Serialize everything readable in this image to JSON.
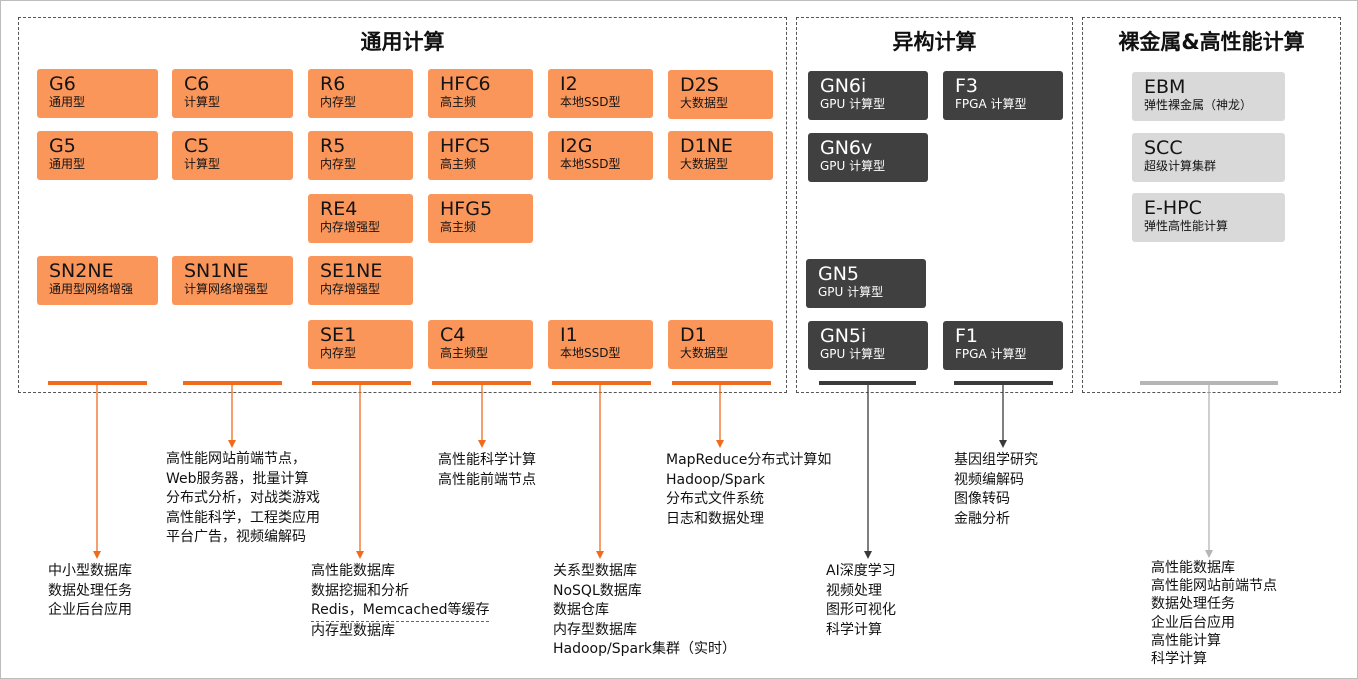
{
  "sections": {
    "general": {
      "title": "通用计算"
    },
    "hetero": {
      "title": "异构计算"
    },
    "baremetal": {
      "title": "裸金属&高性能计算"
    }
  },
  "cards": {
    "g6": {
      "code": "G6",
      "type": "通用型"
    },
    "g5": {
      "code": "G5",
      "type": "通用型"
    },
    "sn2ne": {
      "code": "SN2NE",
      "type": "通用型网络增强"
    },
    "c6": {
      "code": "C6",
      "type": "计算型"
    },
    "c5": {
      "code": "C5",
      "type": "计算型"
    },
    "sn1ne": {
      "code": "SN1NE",
      "type": "计算网络增强型"
    },
    "r6": {
      "code": "R6",
      "type": "内存型"
    },
    "r5": {
      "code": "R5",
      "type": "内存型"
    },
    "re4": {
      "code": "RE4",
      "type": "内存增强型"
    },
    "se1ne": {
      "code": "SE1NE",
      "type": "内存增强型"
    },
    "se1": {
      "code": "SE1",
      "type": "内存型"
    },
    "hfc6": {
      "code": "HFC6",
      "type": "高主频"
    },
    "hfc5": {
      "code": "HFC5",
      "type": "高主频"
    },
    "hfg5": {
      "code": "HFG5",
      "type": "高主频"
    },
    "c4": {
      "code": "C4",
      "type": "高主频型"
    },
    "i2": {
      "code": "I2",
      "type": "本地SSD型"
    },
    "i2g": {
      "code": "I2G",
      "type": "本地SSD型"
    },
    "i1": {
      "code": "I1",
      "type": "本地SSD型"
    },
    "d2s": {
      "code": "D2S",
      "type": "大数据型"
    },
    "d1ne": {
      "code": "D1NE",
      "type": "大数据型"
    },
    "d1": {
      "code": "D1",
      "type": "大数据型"
    },
    "gn6i": {
      "code": "GN6i",
      "type": "GPU 计算型"
    },
    "gn6v": {
      "code": "GN6v",
      "type": "GPU 计算型"
    },
    "gn5": {
      "code": "GN5",
      "type": "GPU 计算型"
    },
    "gn5i": {
      "code": "GN5i",
      "type": "GPU 计算型"
    },
    "f3": {
      "code": "F3",
      "type": "FPGA 计算型"
    },
    "f1": {
      "code": "F1",
      "type": "FPGA 计算型"
    },
    "ebm": {
      "code": "EBM",
      "type": "弹性裸金属（神龙）"
    },
    "scc": {
      "code": "SCC",
      "type": "超级计算集群"
    },
    "ehpc": {
      "code": "E-HPC",
      "type": "弹性高性能计算"
    }
  },
  "notes": {
    "general_purpose": [
      "中小型数据库",
      "数据处理任务",
      "企业后台应用"
    ],
    "compute": [
      "高性能网站前端节点，",
      "Web服务器，批量计算",
      "分布式分析，对战类游戏",
      "高性能科学，工程类应用",
      "平台广告，视频编解码"
    ],
    "memory": [
      "高性能数据库",
      "数据挖掘和分析",
      "Redis，Memcached等缓存",
      "内存型数据库"
    ],
    "high_freq": [
      "高性能科学计算",
      "高性能前端节点"
    ],
    "local_ssd": [
      "关系型数据库",
      "NoSQL数据库",
      "数据仓库",
      "内存型数据库",
      "Hadoop/Spark集群（实时）"
    ],
    "big_data": [
      "MapReduce分布式计算如",
      "Hadoop/Spark",
      "分布式文件系统",
      "日志和数据处理"
    ],
    "gpu": [
      "AI深度学习",
      "视频处理",
      "图形可视化",
      "科学计算"
    ],
    "fpga": [
      "基因组学研究",
      "视频编解码",
      "图像转码",
      "金融分析"
    ],
    "baremetal": [
      "高性能数据库",
      "高性能网站前端节点",
      "数据处理任务",
      "企业后台应用",
      "高性能计算",
      "科学计算"
    ]
  },
  "colors": {
    "orange_card": "#fb965b",
    "orange_accent": "#f26b1d",
    "dark_card": "#404040",
    "gray_card": "#d9d9d9"
  }
}
